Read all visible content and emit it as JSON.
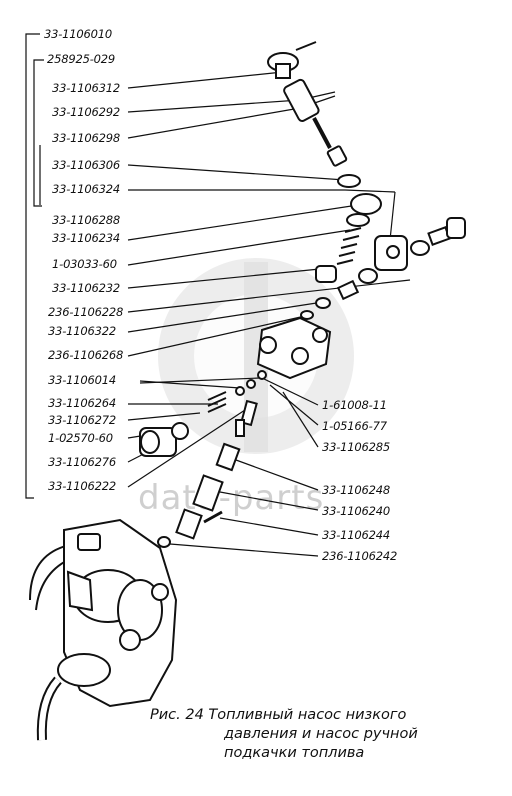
{
  "labels": {
    "l1": "33-1106010",
    "l2": "258925-029",
    "l3": "33-1106312",
    "l4": "33-1106292",
    "l5": "33-1106298",
    "l6": "33-1106306",
    "l7": "33-1106324",
    "l8": "33-1106288",
    "l9": "33-1106234",
    "l10": "1-03033-60",
    "l11": "33-1106232",
    "l12": "236-1106228",
    "l13": "33-1106322",
    "l14": "236-1106268",
    "l15": "33-1106014",
    "l16": "33-1106264",
    "l17": "33-1106272",
    "l18": "1-02570-60",
    "l19": "33-1106276",
    "l20": "33-1106222",
    "r1": "1-61008-11",
    "r2": "1-05166-77",
    "r3": "33-1106285",
    "r4": "33-1106248",
    "r5": "33-1106240",
    "r6": "33-1106244",
    "r7": "236-1106242"
  },
  "caption": {
    "line1": "Рис. 24 Топливный насос низкого",
    "line2": "давления и насос ручной",
    "line3": "подкачки топлива"
  },
  "watermark": "data-parts",
  "colors": {
    "ink": "#111111",
    "watermark": "#d8d8d8"
  }
}
